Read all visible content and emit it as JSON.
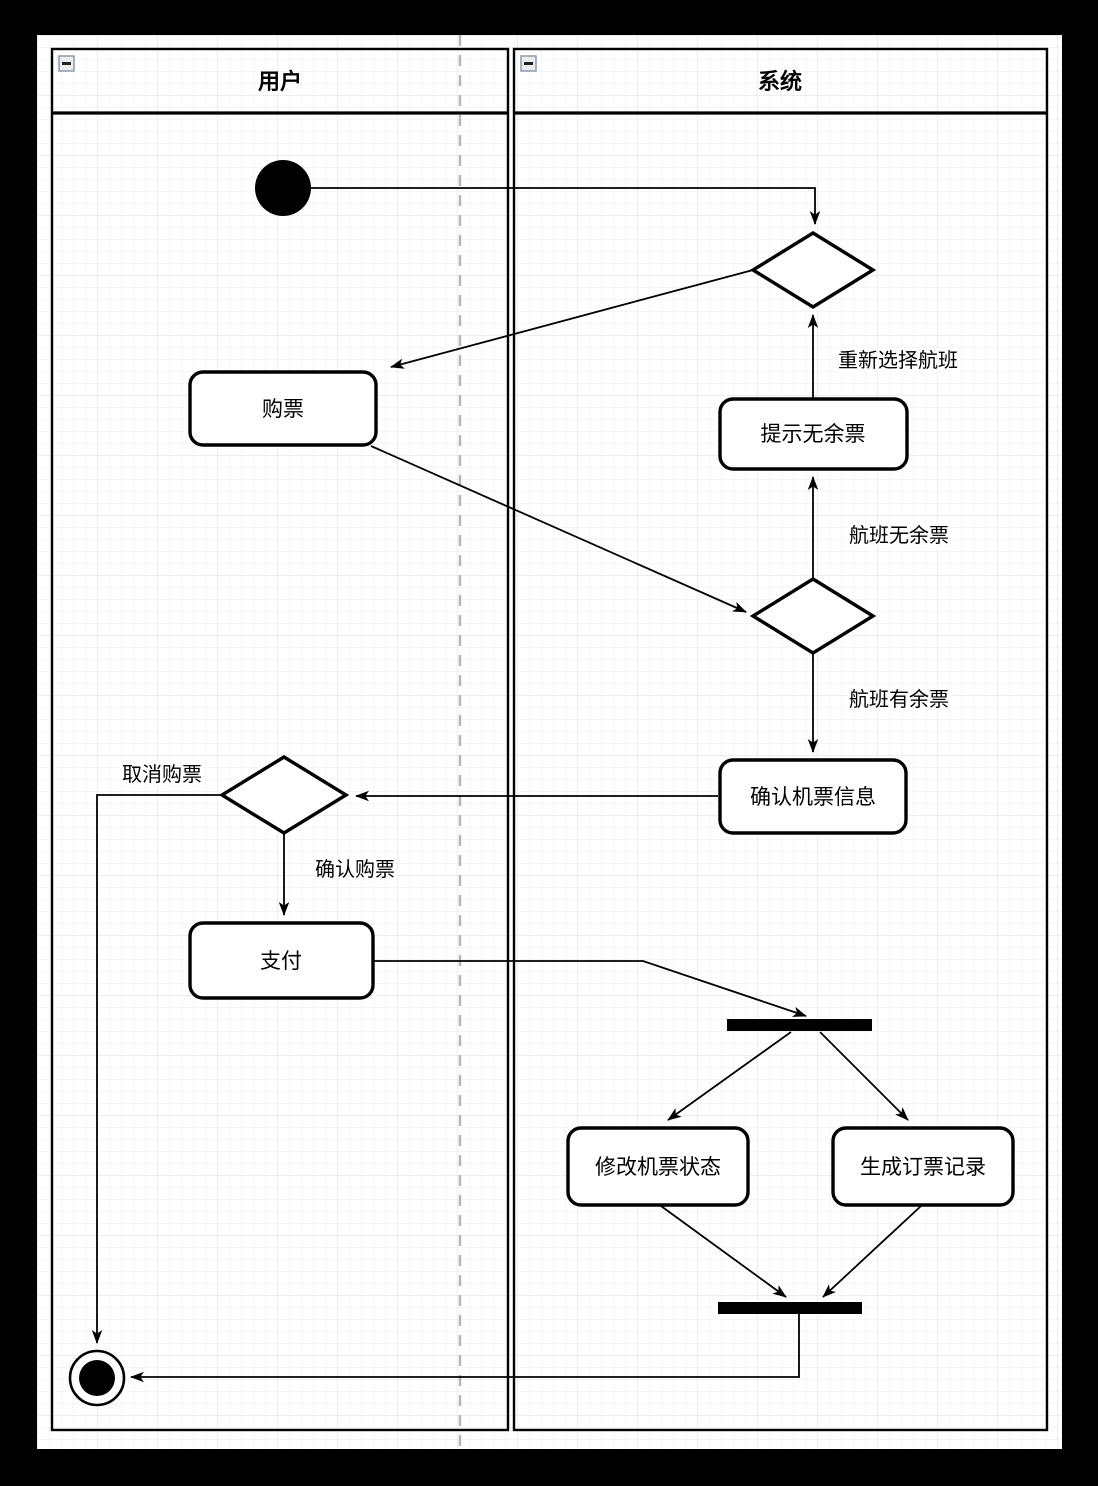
{
  "lanes": {
    "user": "用户",
    "system": "系统"
  },
  "nodes": {
    "buy_ticket": "购票",
    "prompt_no_ticket": "提示无余票",
    "confirm_ticket_info": "确认机票信息",
    "pay": "支付",
    "modify_ticket_status": "修改机票状态",
    "generate_booking_record": "生成订票记录"
  },
  "edge_labels": {
    "reselect_flight": "重新选择航班",
    "flight_no_ticket": "航班无余票",
    "flight_has_ticket": "航班有余票",
    "cancel_purchase": "取消购票",
    "confirm_purchase": "确认购票"
  },
  "icons": {
    "lane_collapse": "collapse-minus"
  },
  "colors": {
    "frame": "#000000",
    "canvas": "#ffffff",
    "grid_minor": "#ededed",
    "grid_major": "#dcdcdc",
    "shape_stroke": "#000000",
    "shape_fill": "#ffffff",
    "page_divider": "#b5b5b5"
  }
}
